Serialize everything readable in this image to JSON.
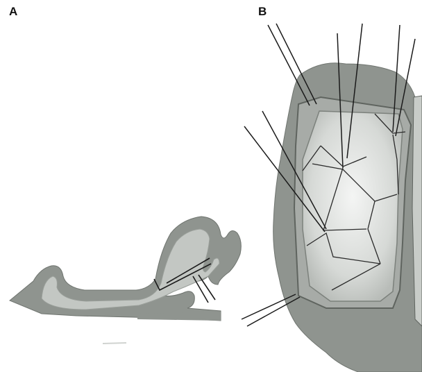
{
  "figure": {
    "panels": [
      {
        "id": "A",
        "label": "A"
      },
      {
        "id": "B",
        "label": "B"
      }
    ],
    "colors": {
      "background": "#ffffff",
      "outer_tissue": "#8f948f",
      "inner_tissue": "#b9bdb9",
      "lumen_light": "#e2e4e2",
      "lumen_center": "#f2f3f2",
      "line": "#1a1a1a",
      "edge": "#5f645f"
    },
    "icons": [
      "needle-icon"
    ]
  }
}
